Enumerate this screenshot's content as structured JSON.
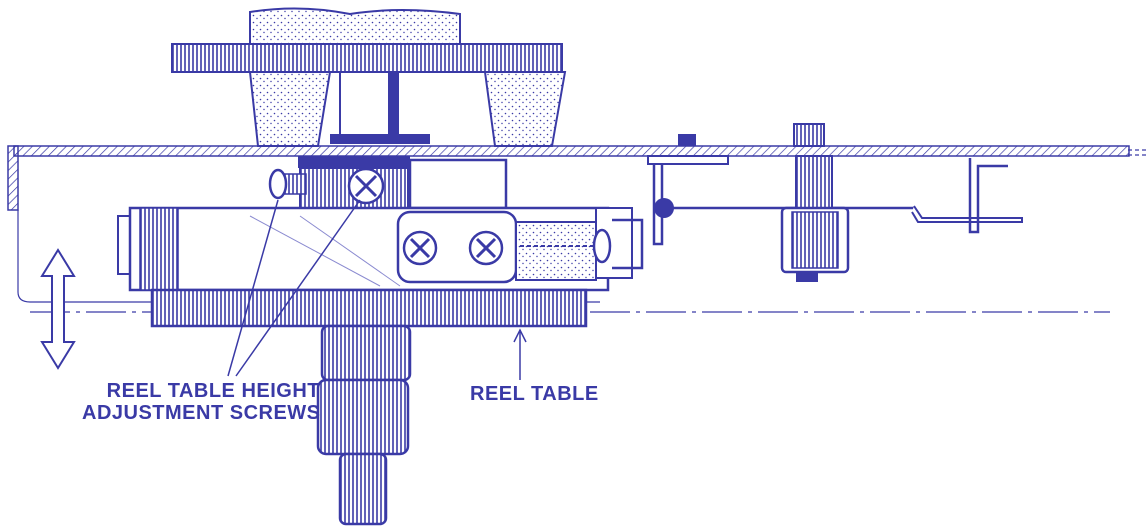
{
  "labels": {
    "height_screws_line1": "REEL TABLE HEIGHT",
    "height_screws_line2": "ADJUSTMENT SCREWS",
    "reel_table": "REEL TABLE"
  },
  "colors": {
    "ink": "#3a3aa6",
    "ink_light": "#8a8ad0",
    "paper": "#ffffff"
  }
}
